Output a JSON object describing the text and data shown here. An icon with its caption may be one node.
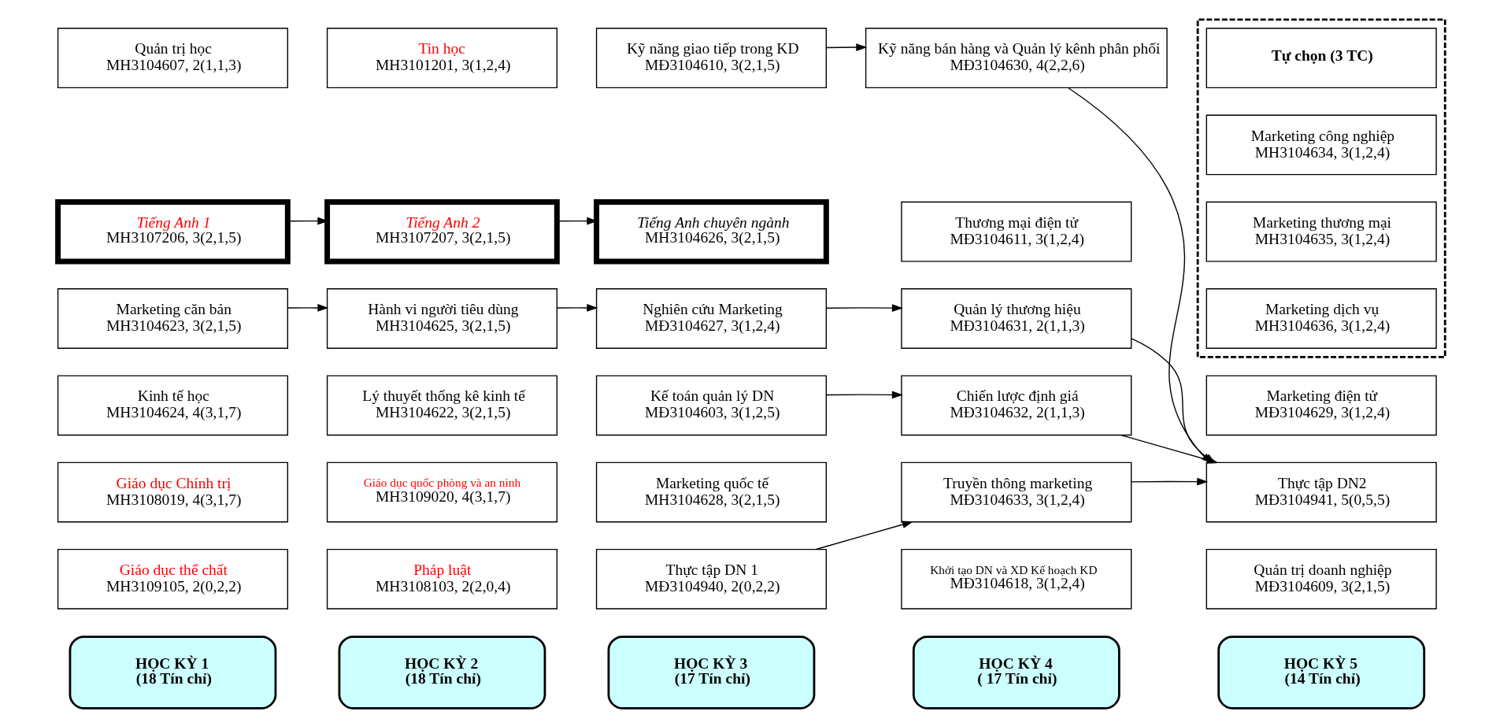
{
  "diagram": {
    "nodes": [
      {
        "text": [
          "HỌC KỲ 1",
          "(18 Tín chỉ)"
        ]
      },
      {
        "text": [
          "HỌC KỲ 2",
          "(18 Tín chỉ)"
        ]
      },
      {
        "text": [
          "HỌC KỲ 3",
          "(17 Tín chỉ)"
        ]
      },
      {
        "text": [
          "HỌC KỲ 4",
          "( 17 Tín chỉ)"
        ]
      },
      {
        "text": [
          "HỌC KỲ 5",
          "(14 Tín chỉ)"
        ]
      },
      {
        "text": [
          "Quản trị học",
          "MH3104607, 2(1,1,3)"
        ]
      },
      {
        "text": [
          "Tiếng Anh 1",
          "MH3107206, 3(2,1,5)"
        ]
      },
      {
        "text": [
          "Marketing căn bản",
          "MH3104623, 3(2,1,5)"
        ]
      },
      {
        "text": [
          "Kinh tế học",
          "MH3104624, 4(3,1,7)"
        ]
      },
      {
        "text": [
          "Giáo dục Chính trị",
          "MH3108019, 4(3,1,7)"
        ]
      },
      {
        "text": [
          "Giáo dục thể chất",
          "MH3109105, 2(0,2,2)"
        ]
      },
      {
        "text": [
          "Tin học",
          "MH3101201, 3(1,2,4)"
        ]
      },
      {
        "text": [
          "Tiếng Anh 2",
          "MH3107207, 3(2,1,5)"
        ]
      },
      {
        "text": [
          "Hành vi người tiêu dùng",
          "MH3104625, 3(2,1,5)"
        ]
      },
      {
        "text": [
          "Lý thuyết thống kê kinh tế",
          "MH3104622, 3(2,1,5)"
        ]
      },
      {
        "text": [
          "Giáo dục quốc phòng và an ninh",
          "MH3109020, 4(3,1,7)"
        ]
      },
      {
        "text": [
          "Pháp luật",
          "MH3108103, 2(2,0,4)"
        ]
      },
      {
        "text": [
          "Kỹ năng giao tiếp trong KD",
          "MĐ3104610, 3(2,1,5)"
        ]
      },
      {
        "text": [
          "Tiếng Anh chuyên ngành",
          "MH3104626, 3(2,1,5)"
        ]
      },
      {
        "text": [
          "Nghiên cứu Marketing",
          "MĐ3104627, 3(1,2,4)"
        ]
      },
      {
        "text": [
          "Kế toán quản lý DN",
          "MĐ3104603, 3(1,2,5)"
        ]
      },
      {
        "text": [
          "Marketing quốc tế",
          "MH3104628, 3(2,1,5)"
        ]
      },
      {
        "text": [
          "Thực tập DN 1",
          "MĐ3104940, 2(0,2,2)"
        ]
      },
      {
        "text": [
          "Kỹ năng bán hàng và Quản lý kênh phân phối",
          "MĐ3104630, 4(2,2,6)"
        ]
      },
      {
        "text": [
          "Thương mại điện tử",
          "MĐ3104611, 3(1,2,4)"
        ]
      },
      {
        "text": [
          "Quản lý thương hiệu",
          "MĐ3104631, 2(1,1,3)"
        ]
      },
      {
        "text": [
          "Chiến lược định giá",
          "MĐ3104632, 2(1,1,3)"
        ]
      },
      {
        "text": [
          "Truyền thông marketing",
          "MĐ3104633, 3(1,2,4)"
        ]
      },
      {
        "text": [
          "Khởi tạo DN và XD Kế hoạch KD",
          "MĐ3104618, 3(1,2,4)"
        ]
      },
      {
        "text": [],
        "shape": "box"
      },
      {
        "text": [
          "Tự chọn (3 TC)"
        ],
        "in": 29
      },
      {
        "text": [
          "Marketing công nghiệp",
          "MH3104634, 3(1,2,4)"
        ],
        "in": 29
      },
      {
        "text": [
          "Marketing thương mại",
          "MH3104635, 3(1,2,4)"
        ],
        "in": 29
      },
      {
        "text": [
          "Marketing dịch vụ",
          "MH3104636, 3(1,2,4)"
        ],
        "in": 29
      },
      {
        "text": [
          "Marketing điện tử",
          "MĐ3104629, 3(1,2,4)"
        ]
      },
      {
        "text": [
          "Thực tập DN2",
          "MĐ3104941, 5(0,5,5)"
        ]
      },
      {
        "text": [
          "Quản trị doanh nghiệp",
          "MĐ3104609, 3(2,1,5)"
        ]
      }
    ],
    "edges": [
      {
        "from": 17,
        "to": 23,
        "arrow": "to"
      },
      {
        "from": 6,
        "to": 12,
        "arrow": "to"
      },
      {
        "from": 12,
        "to": 18,
        "arrow": "to"
      },
      {
        "from": 7,
        "to": 13,
        "arrow": "to"
      },
      {
        "from": 13,
        "to": 19,
        "arrow": "to"
      },
      {
        "from": 19,
        "to": 25,
        "arrow": "to"
      },
      {
        "from": 20,
        "to": 26,
        "arrow": "to"
      },
      {
        "from": 22,
        "to": 27,
        "arrow": "to"
      },
      {
        "from": 23,
        "to": 35,
        "arrow": "to"
      },
      {
        "from": 25,
        "to": 35,
        "arrow": "to"
      },
      {
        "from": 26,
        "to": 35,
        "arrow": "to"
      },
      {
        "from": 27,
        "to": 35,
        "arrow": "to"
      }
    ]
  }
}
